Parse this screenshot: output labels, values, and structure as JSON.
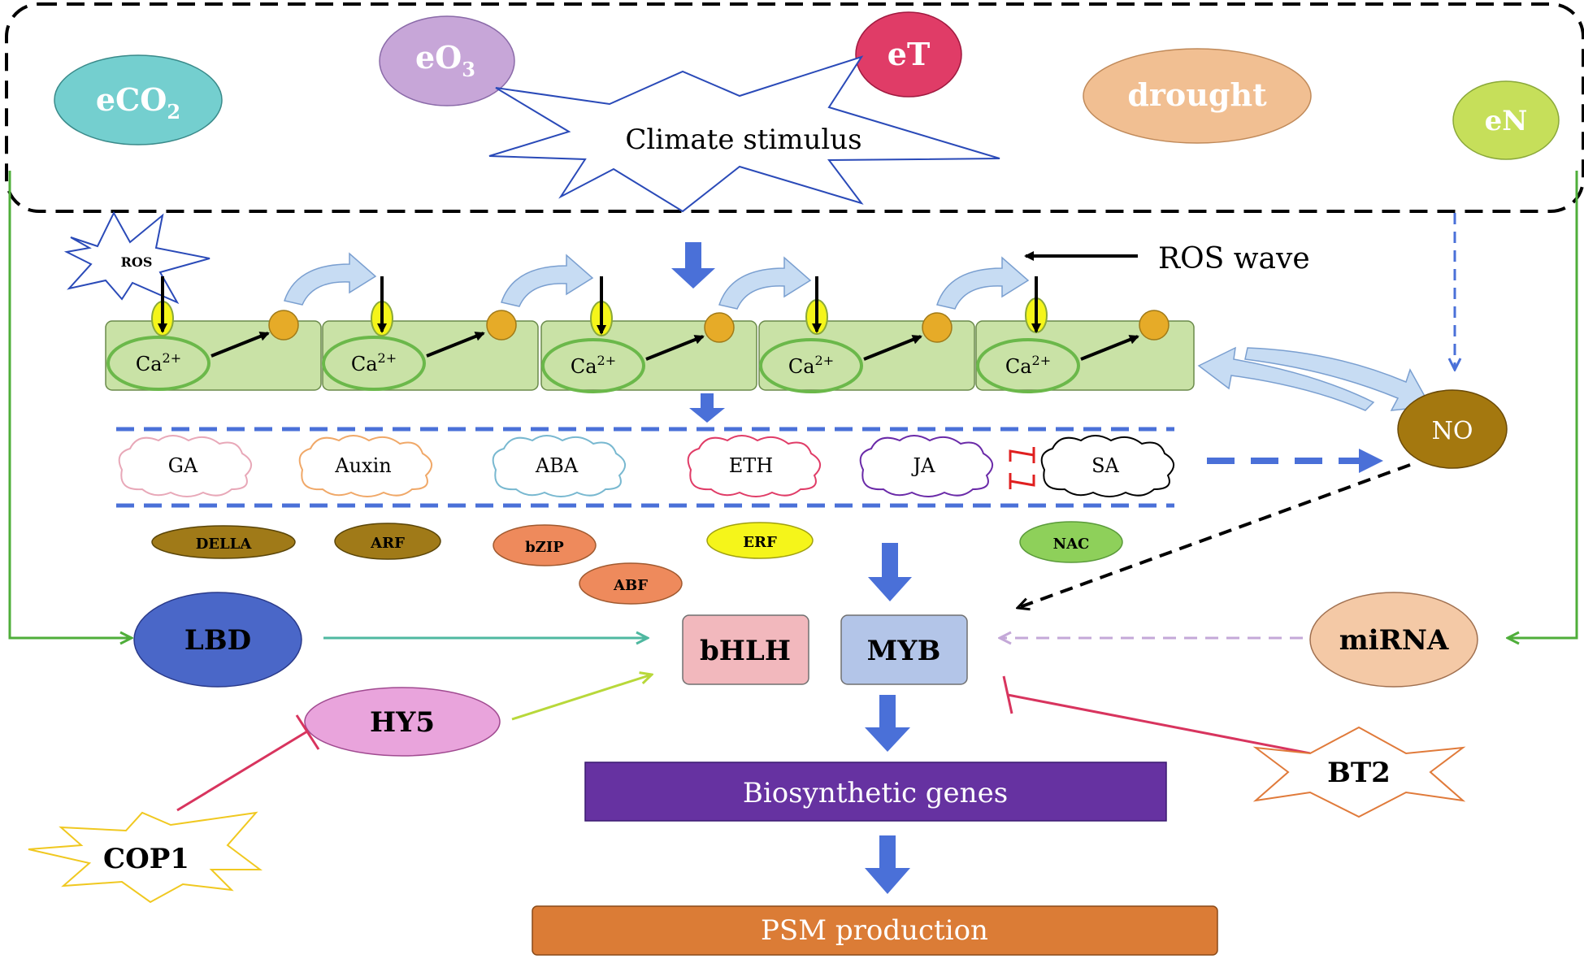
{
  "stimuli": {
    "eco2": {
      "base": "eCO",
      "sub": "2",
      "color": "#74cfcf"
    },
    "eo3": {
      "base": "eO",
      "sub": "3",
      "color": "#c7a6d8"
    },
    "et": {
      "label": "eT",
      "color": "#e03c67"
    },
    "drought": {
      "label": "drought",
      "color": "#f1bf92"
    },
    "en": {
      "label": "eN",
      "color": "#c6df5a"
    },
    "climate": {
      "label": "Climate stimulus"
    }
  },
  "signaling": {
    "ros": "ROS",
    "ros_wave": "ROS wave",
    "ca_base": "Ca",
    "ca_sup": "2+",
    "cell_fill": "#c9e2a6",
    "ca_stroke": "#6bb84a",
    "dot_color": "#e6ab28",
    "no": {
      "label": "NO",
      "color": "#a4780f"
    }
  },
  "hormones": [
    "GA",
    "Auxin",
    "ABA",
    "ETH",
    "JA",
    "SA"
  ],
  "hormone_colors": [
    "#e8a8b8",
    "#f0a868",
    "#78b8d0",
    "#e03c67",
    "#6a2aa8",
    "#000000"
  ],
  "transcription_factors": [
    {
      "label": "DELLA",
      "color": "#a07a18"
    },
    {
      "label": "ARF",
      "color": "#a07a18"
    },
    {
      "label": "bZIP",
      "color": "#ee8a5c"
    },
    {
      "label": "ABF",
      "color": "#ee8a5c"
    },
    {
      "label": "ERF",
      "color": "#f5f51a"
    },
    {
      "label": "NAC",
      "color": "#8ed05a"
    }
  ],
  "regulators": {
    "lbd": {
      "label": "LBD",
      "color": "#4a67c8"
    },
    "hy5": {
      "label": "HY5",
      "color": "#e9a4dc"
    },
    "bhlh": {
      "label": "bHLH",
      "color": "#f2b8bd"
    },
    "myb": {
      "label": "MYB",
      "color": "#b3c5e8"
    },
    "mirna": {
      "label": "miRNA",
      "color": "#f4c9a6"
    },
    "cop1": {
      "label": "COP1"
    },
    "bt2": {
      "label": "BT2"
    }
  },
  "outputs": {
    "genes": {
      "label": "Biosynthetic genes",
      "color": "#6632a1"
    },
    "psm": {
      "label": "PSM production",
      "color": "#db7c36"
    }
  }
}
